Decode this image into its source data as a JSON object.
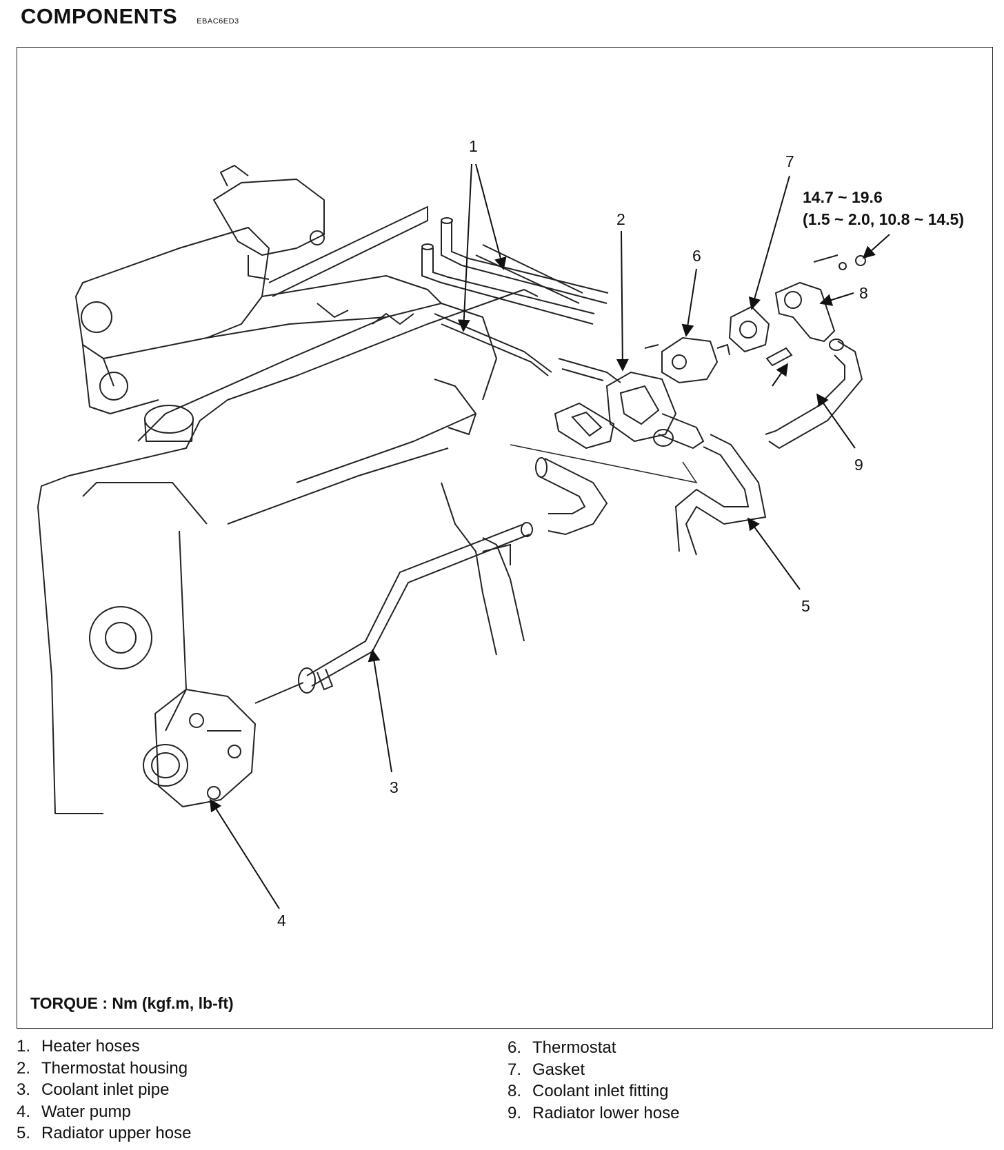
{
  "header": {
    "title": "COMPONENTS",
    "code": "EBAC6ED3"
  },
  "callouts": {
    "c1": "1",
    "c2": "2",
    "c3": "3",
    "c4": "4",
    "c5": "5",
    "c6": "6",
    "c7": "7",
    "c8": "8",
    "c9": "9"
  },
  "torque_spec": {
    "line1": "14.7 ~ 19.6",
    "line2": "(1.5 ~ 2.0, 10.8 ~ 14.5)"
  },
  "torque_label": "TORQUE : Nm (kgf.m, lb-ft)",
  "legend": [
    {
      "num": "1.",
      "label": "Heater hoses"
    },
    {
      "num": "2.",
      "label": "Thermostat housing"
    },
    {
      "num": "3.",
      "label": "Coolant inlet pipe"
    },
    {
      "num": "4.",
      "label": "Water pump"
    },
    {
      "num": "5.",
      "label": "Radiator upper hose"
    },
    {
      "num": "6.",
      "label": "Thermostat"
    },
    {
      "num": "7.",
      "label": "Gasket"
    },
    {
      "num": "8.",
      "label": "Coolant inlet fitting"
    },
    {
      "num": "9.",
      "label": "Radiator lower hose"
    }
  ]
}
